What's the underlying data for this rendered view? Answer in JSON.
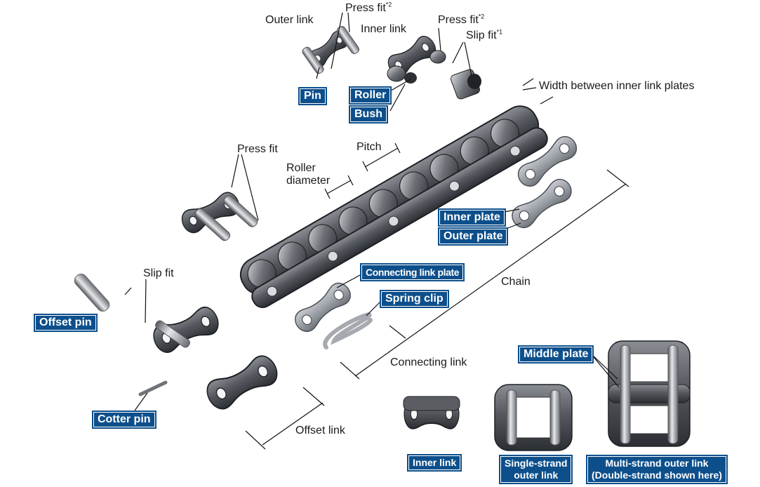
{
  "labels": {
    "outer_link": "Outer link",
    "press_fit_1": "Press fit",
    "press_fit_1_note": "*2",
    "inner_link": "Inner link",
    "press_fit_2": "Press fit",
    "press_fit_2_note": "*2",
    "slip_fit_top": "Slip fit",
    "slip_fit_top_note": "*1",
    "width_between": "Width between inner link plates",
    "press_fit_3": "Press fit",
    "pitch": "Pitch",
    "roller_diameter_1": "Roller",
    "roller_diameter_2": "diameter",
    "chain": "Chain",
    "slip_fit_left": "Slip fit",
    "connecting_link": "Connecting link",
    "offset_link": "Offset link"
  },
  "boxes": {
    "pin": "Pin",
    "roller": "Roller",
    "bush": "Bush",
    "inner_plate": "Inner plate",
    "outer_plate": "Outer plate",
    "connecting_link_plate": "Connecting link plate",
    "spring_clip": "Spring clip",
    "offset_pin": "Offset pin",
    "cotter_pin": "Cotter pin",
    "middle_plate": "Middle plate",
    "inner_link_caption": "Inner link",
    "single_strand_1": "Single-strand",
    "single_strand_2": "outer link",
    "multi_strand_1": "Multi-strand outer link",
    "multi_strand_2": "(Double-strand shown here)"
  },
  "colors": {
    "label_box": "#0d4f8b",
    "metal_dark": "#3c3f44",
    "metal_light": "#c9ccd1"
  }
}
